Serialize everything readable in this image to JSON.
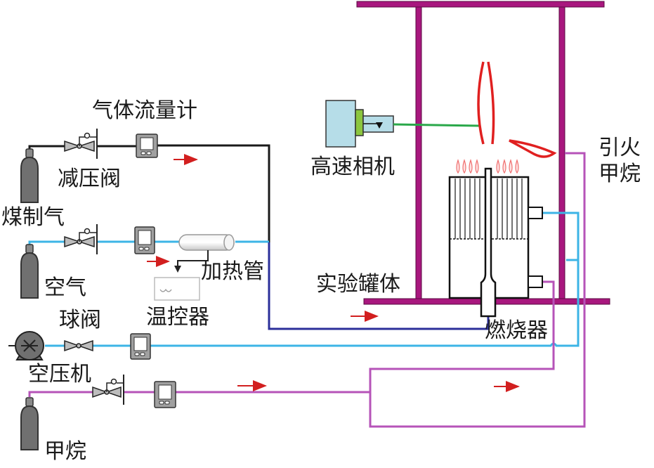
{
  "labels": {
    "flowmeter": "气体流量计",
    "pressure_valve": "减压阀",
    "coal_gas": "煤制气",
    "air": "空气",
    "heating_tube": "加热管",
    "temp_controller": "温控器",
    "ball_valve": "球阀",
    "air_compressor": "空压机",
    "methane": "甲烷",
    "high_speed_camera": "高速相机",
    "ignition_line1": "引火",
    "ignition_line2": "甲烷",
    "test_tank": "实验罐体",
    "burner": "燃烧器"
  },
  "colors": {
    "coal_gas_line": "#1a1a1a",
    "air_line": "#3cb4e6",
    "mixed_line": "#2b2f9a",
    "methane_line": "#b653b8",
    "tank_frame": "#a8177e",
    "flame": "#e02020",
    "small_flame": "#f08080",
    "camera_body": "#b6dde8",
    "camera_ring": "#8cc63f",
    "camera_beam": "#2aa84a",
    "arrow": "#d21f1f",
    "cylinder": "#707070"
  }
}
